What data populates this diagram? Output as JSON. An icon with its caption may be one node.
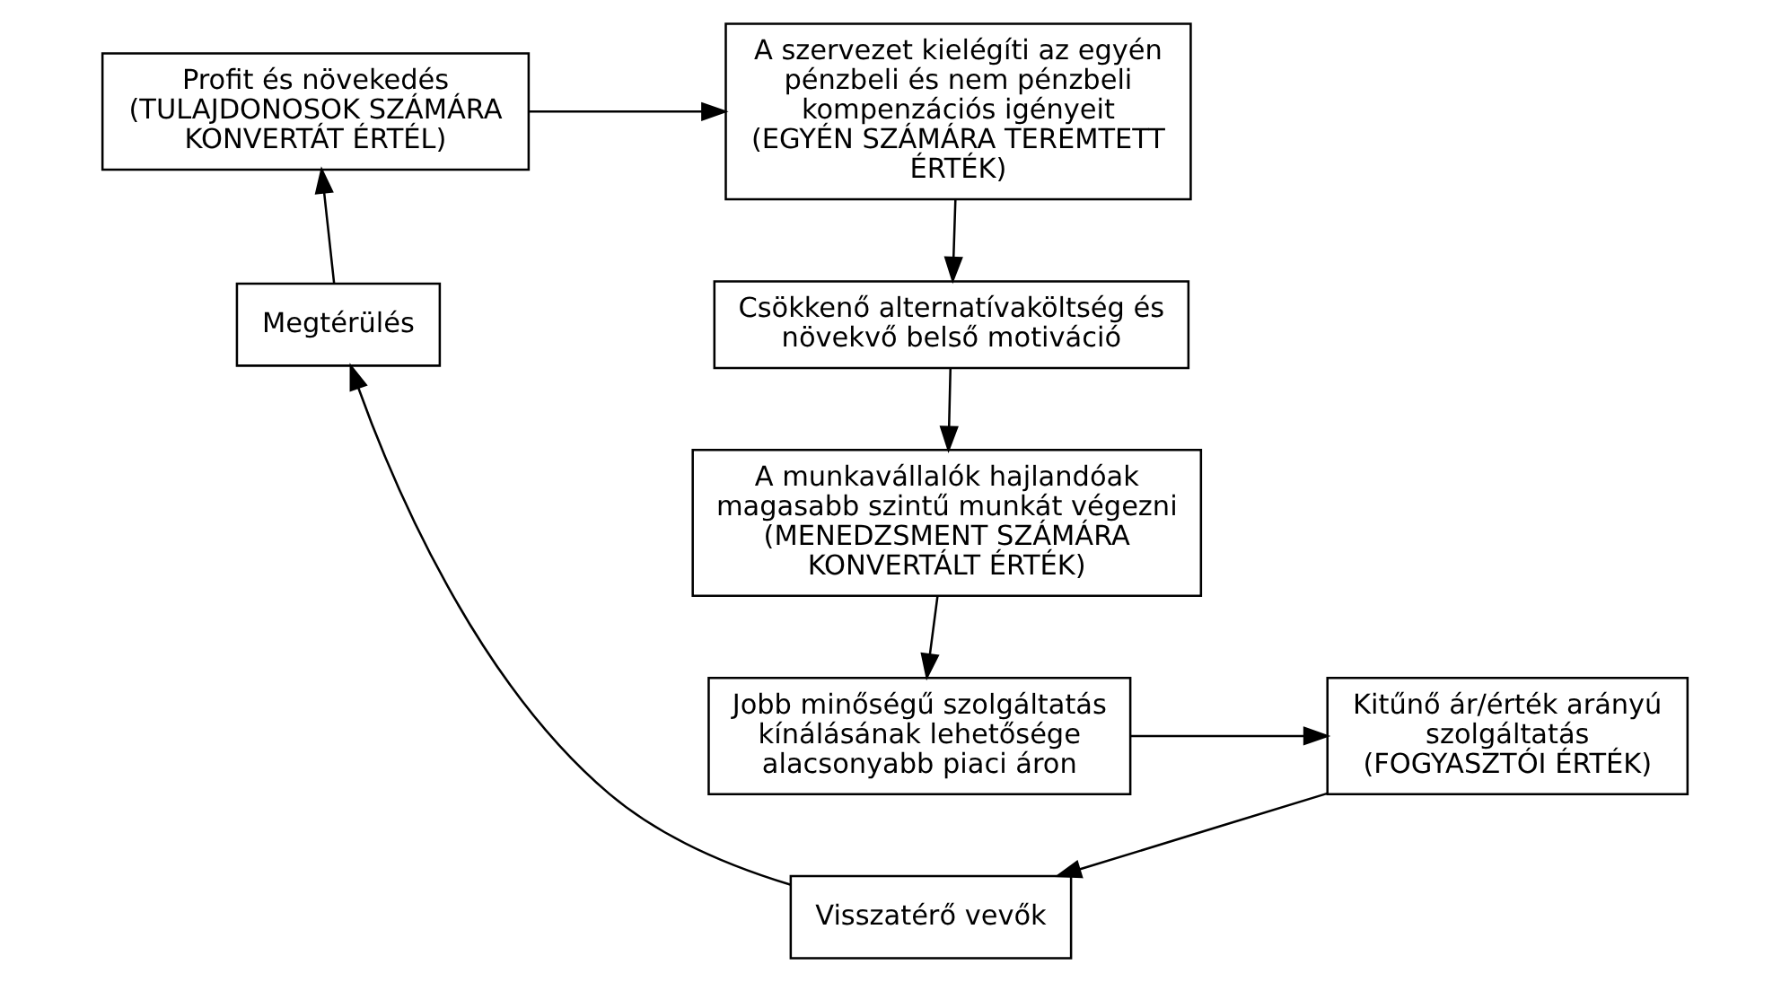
{
  "diagram": {
    "nodes": [
      {
        "text": [
          "Profit és növekedés",
          "(TULAJDONOSOK SZÁMÁRA KONVERTÁT ÉRTÉL)"
        ]
      },
      {
        "text": [
          "A szervezet kielégíti az egyén pénzbeli és nem pénzbeli kompenzációs igényeit",
          "(EGYÉN SZÁMÁRA TEREMTETT ÉRTÉK)"
        ]
      },
      {
        "text": [
          "Csökkenő alternatívaköltség és növekvő belső motiváció"
        ]
      },
      {
        "text": [
          "A munkavállalók hajlandóak magasabb szintű munkát végezni",
          "(MENEDZSMENT SZÁMÁRA KONVERTÁLT ÉRTÉK)"
        ]
      },
      {
        "text": [
          "Jobb minőségű szolgáltatás kínálásának lehetősége alacsonyabb piaci áron"
        ]
      },
      {
        "text": [
          "Kitűnő ár/érték arányú szolgáltatás",
          "(FOGYASZTÓI ÉRTÉK)"
        ]
      },
      {
        "text": [
          "Visszatérő vevők"
        ]
      },
      {
        "text": [
          "Megtérülés"
        ]
      }
    ],
    "edges": [
      {
        "from": 0,
        "to": 1,
        "arrow": "to"
      },
      {
        "from": 1,
        "to": 2,
        "arrow": "to"
      },
      {
        "from": 2,
        "to": 3,
        "arrow": "to"
      },
      {
        "from": 3,
        "to": 4,
        "arrow": "to"
      },
      {
        "from": 4,
        "to": 5,
        "arrow": "to"
      },
      {
        "from": 5,
        "to": 6,
        "arrow": "to"
      },
      {
        "from": 6,
        "to": 7,
        "arrow": "to"
      },
      {
        "from": 7,
        "to": 0,
        "arrow": "to"
      }
    ]
  }
}
